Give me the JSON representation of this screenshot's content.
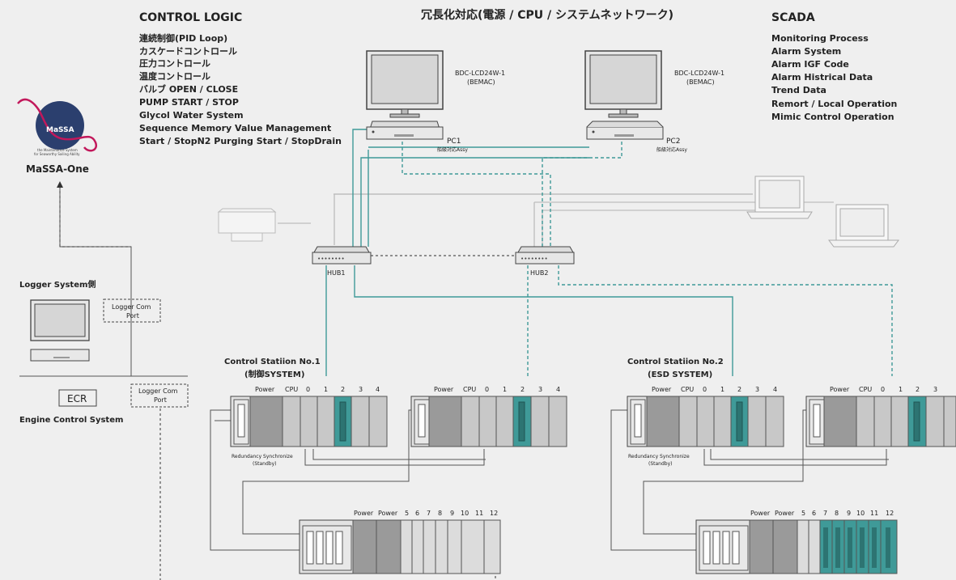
{
  "header": {
    "title": "冗長化対応(電源 / CPU / システムネットワーク)",
    "control_logic_title": "CONTROL LOGIC",
    "scada_title": "SCADA"
  },
  "control_logic": [
    "連続制御(PID Loop)",
    "カスケードコントロール",
    "圧力コントロール",
    "温度コントロール",
    "バルブ OPEN / CLOSE",
    "PUMP START / STOP",
    "Glycol Water System",
    "Sequence Memory Value Management",
    "Start / StopN2 Purging Start / StopDrain"
  ],
  "scada": [
    "Monitoring Process",
    "Alarm System",
    "Alarm IGF Code",
    "Alarm Histrical Data",
    "Trend Data",
    "Remort / Local Operation",
    "Mimic Control Operation"
  ],
  "logo": {
    "text": "MaSSA",
    "tagline1": "the Maintenance System",
    "tagline2": "for Seaworthy Sailing Ability",
    "name": "MaSSA-One"
  },
  "monitors": {
    "m1_model": "BDC-LCD24W-1",
    "m1_maker": "(BEMAC)",
    "m2_model": "BDC-LCD24W-1",
    "m2_maker": "(BEMAC)"
  },
  "pcs": {
    "pc1": "PC1",
    "pc1_sub": "船級対応Assy",
    "pc2": "PC2",
    "pc2_sub": "船級対応Assy"
  },
  "hubs": {
    "hub1": "HUB1",
    "hub2": "HUB2"
  },
  "logger": {
    "title": "Logger System側",
    "port1_line1": "Logger Com",
    "port1_line2": "Port",
    "port2_line1": "Logger Com",
    "port2_line2": "Port"
  },
  "ecr": {
    "label": "ECR",
    "sub": "Engine Control System"
  },
  "station1": {
    "title": "Control Statiion No.1",
    "sub": "(制御SYSTEM)"
  },
  "station2": {
    "title": "Control Statiion No.2",
    "sub": "(ESD SYSTEM)"
  },
  "rack": {
    "power": "Power",
    "cpu": "CPU",
    "slots": [
      "0",
      "1",
      "2",
      "3",
      "4"
    ],
    "redundancy": "Redundancy Synchronize",
    "standby": "(Standby)",
    "io_slots": [
      "5",
      "6",
      "7",
      "8",
      "9",
      "10",
      "11",
      "12"
    ]
  },
  "colors": {
    "teal": "#3f9a98",
    "gray_dark": "#9a9a9a",
    "gray_mid": "#c8c8c8",
    "gray_light": "#dcdcdc",
    "line": "#555555"
  }
}
